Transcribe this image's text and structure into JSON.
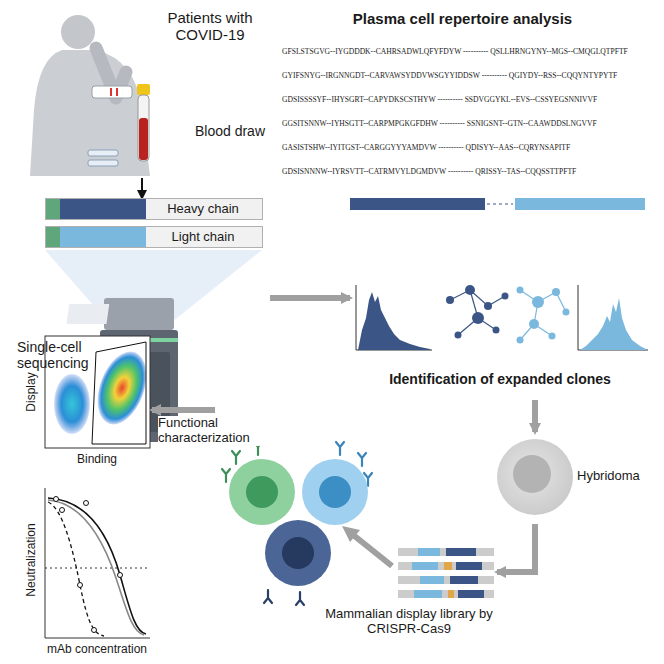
{
  "diagram": {
    "nodes": [
      {
        "text": [
          "Patients with COVID-19",
          "Blood draw"
        ]
      },
      {
        "text": [
          "Heavy chain"
        ]
      },
      {
        "text": [
          "Light chain"
        ]
      },
      {
        "text": [
          "Single-cell sequencing"
        ]
      },
      {
        "text": [
          "Plasma cell repertoire analysis"
        ]
      },
      {
        "text": [
          "Identification of expanded clones"
        ]
      },
      {
        "text": [
          "Hybridoma"
        ]
      },
      {
        "text": [
          "Mammalian display library by CRISPR-Cas9"
        ]
      },
      {
        "text": [
          "Display",
          "Binding"
        ]
      },
      {
        "text": [
          "Neutralization",
          "mAb concentration"
        ]
      }
    ],
    "edges": [
      {
        "from": 0,
        "to": 1,
        "arrow": "to"
      },
      {
        "from": 3,
        "to": 5,
        "arrow": "to"
      },
      {
        "from": 5,
        "to": 6,
        "arrow": "to"
      },
      {
        "from": 6,
        "to": 7,
        "arrow": "to"
      },
      {
        "from": 7,
        "to": 8,
        "label": "Functional characterization",
        "arrow": "to"
      }
    ],
    "labels": [
      "GFSLSTSGVG--IYGDDDK--CAHRSADWLQFYFDYW ---------- QSLLHRNGYNY--MGS--CMQGLQTPFTF",
      "GYIFSNYG--IRGNNGDT--CARVAWSYDDVWSGYYIDDSW ---------- QGIYDY--RSS--CQQYNTYPYTF",
      "GDSISSSSYF--IHYSGRT--CAPYDKSCSTHYW ---------- SSDVGGYKL--EVS--CSSYEGSNNIVVF",
      "GGSITSNNW--IYHSGTT--CARPMPGKGFDHW ---------- SSNIGSNT--GTN--CAAWDDSLNGVVF",
      "GASISTSHW--IYITGST--CARGGYYYAMDVW ---------- QDISYY--AAS--CQRYNSAPITF",
      "GDSISNNNW--IYRSVTT--CATRMVYLDGMDVW ---------- QRISSY--TAS--CQQSSTTPFTF"
    ]
  }
}
